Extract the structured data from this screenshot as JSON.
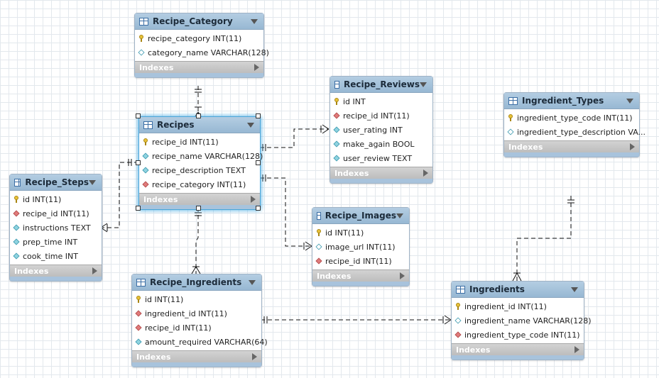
{
  "tables": {
    "recipe_category": {
      "title": "Recipe_Category",
      "indexes": "Indexes",
      "columns": [
        {
          "kind": "pk",
          "text": "recipe_category INT(11)"
        },
        {
          "kind": "nn",
          "text": "category_name VARCHAR(128)"
        }
      ]
    },
    "recipes": {
      "title": "Recipes",
      "indexes": "Indexes",
      "columns": [
        {
          "kind": "pk",
          "text": "recipe_id INT(11)"
        },
        {
          "kind": "col",
          "text": "recipe_name VARCHAR(128)"
        },
        {
          "kind": "col",
          "text": "recipe_description TEXT"
        },
        {
          "kind": "fk",
          "text": "recipe_category INT(11)"
        }
      ]
    },
    "recipe_reviews": {
      "title": "Recipe_Reviews",
      "indexes": "Indexes",
      "columns": [
        {
          "kind": "pk",
          "text": "id INT"
        },
        {
          "kind": "fk",
          "text": "recipe_id INT(11)"
        },
        {
          "kind": "col",
          "text": "user_rating INT"
        },
        {
          "kind": "col",
          "text": "make_again BOOL"
        },
        {
          "kind": "col",
          "text": "user_review TEXT"
        }
      ]
    },
    "ingredient_types": {
      "title": "Ingredient_Types",
      "indexes": "Indexes",
      "columns": [
        {
          "kind": "pk",
          "text": "ingredient_type_code INT(11)"
        },
        {
          "kind": "nn",
          "text": "ingredient_type_description VA..."
        }
      ]
    },
    "recipe_steps": {
      "title": "Recipe_Steps",
      "indexes": "Indexes",
      "columns": [
        {
          "kind": "pk",
          "text": "id INT(11)"
        },
        {
          "kind": "fk",
          "text": "recipe_id INT(11)"
        },
        {
          "kind": "col",
          "text": "instructions TEXT"
        },
        {
          "kind": "col",
          "text": "prep_time INT"
        },
        {
          "kind": "col",
          "text": "cook_time INT"
        }
      ]
    },
    "recipe_images": {
      "title": "Recipe_Images",
      "indexes": "Indexes",
      "columns": [
        {
          "kind": "pk",
          "text": "id INT(11)"
        },
        {
          "kind": "nn",
          "text": "image_url INT(11)"
        },
        {
          "kind": "fk",
          "text": "recipe_id INT(11)"
        }
      ]
    },
    "recipe_ingredients": {
      "title": "Recipe_Ingredients",
      "indexes": "Indexes",
      "columns": [
        {
          "kind": "pk",
          "text": "id INT(11)"
        },
        {
          "kind": "fk",
          "text": "ingredient_id INT(11)"
        },
        {
          "kind": "fk",
          "text": "recipe_id INT(11)"
        },
        {
          "kind": "col",
          "text": "amount_required VARCHAR(64)"
        }
      ]
    },
    "ingredients": {
      "title": "Ingredients",
      "indexes": "Indexes",
      "columns": [
        {
          "kind": "pk",
          "text": "ingredient_id INT(11)"
        },
        {
          "kind": "nn",
          "text": "ingredient_name VARCHAR(128)"
        },
        {
          "kind": "fk",
          "text": "ingredient_type_code INT(11)"
        }
      ]
    }
  },
  "relationships": [
    {
      "from": "recipe_category",
      "to": "recipes",
      "cardinality": "one-to-many"
    },
    {
      "from": "recipes",
      "to": "recipe_reviews",
      "cardinality": "one-to-many"
    },
    {
      "from": "recipes",
      "to": "recipe_steps",
      "cardinality": "one-to-many"
    },
    {
      "from": "recipes",
      "to": "recipe_images",
      "cardinality": "one-to-many"
    },
    {
      "from": "recipes",
      "to": "recipe_ingredients",
      "cardinality": "one-to-many"
    },
    {
      "from": "ingredient_types",
      "to": "ingredients",
      "cardinality": "one-to-many"
    },
    {
      "from": "ingredients",
      "to": "recipe_ingredients",
      "cardinality": "one-to-many"
    }
  ],
  "selected_table": "recipes"
}
